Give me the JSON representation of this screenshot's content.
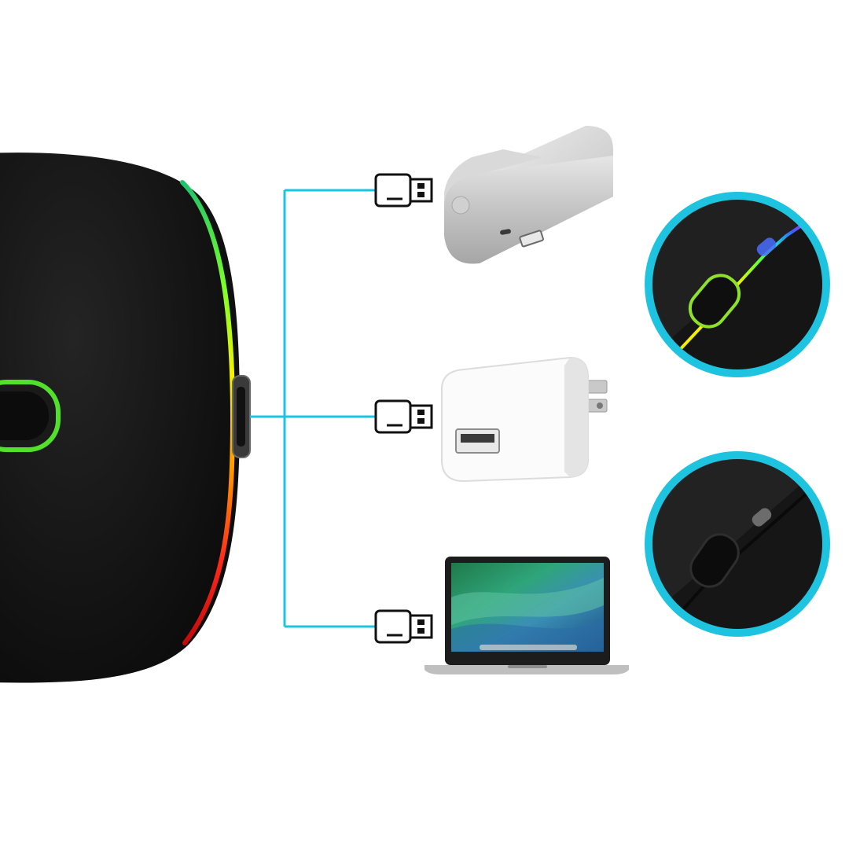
{
  "scene": {
    "background": "#ffffff",
    "accent_color": "#1ec3df",
    "mouse_body_color": "#131313",
    "rgb_light_colors": [
      "#ff2a1a",
      "#ff9a00",
      "#f6f000",
      "#7cff3a",
      "#19d3e0",
      "#3a6bff",
      "#ff2ad6"
    ]
  },
  "charging_sources": [
    {
      "name": "power-bank",
      "icon": "usb-a-plug-icon"
    },
    {
      "name": "wall-adapter",
      "icon": "usb-a-plug-icon"
    },
    {
      "name": "laptop",
      "icon": "usb-a-plug-icon"
    }
  ],
  "insets": [
    {
      "name": "light-on-closeup",
      "ring_color": "#1ec3df"
    },
    {
      "name": "light-off-closeup",
      "ring_color": "#1ec3df"
    }
  ]
}
